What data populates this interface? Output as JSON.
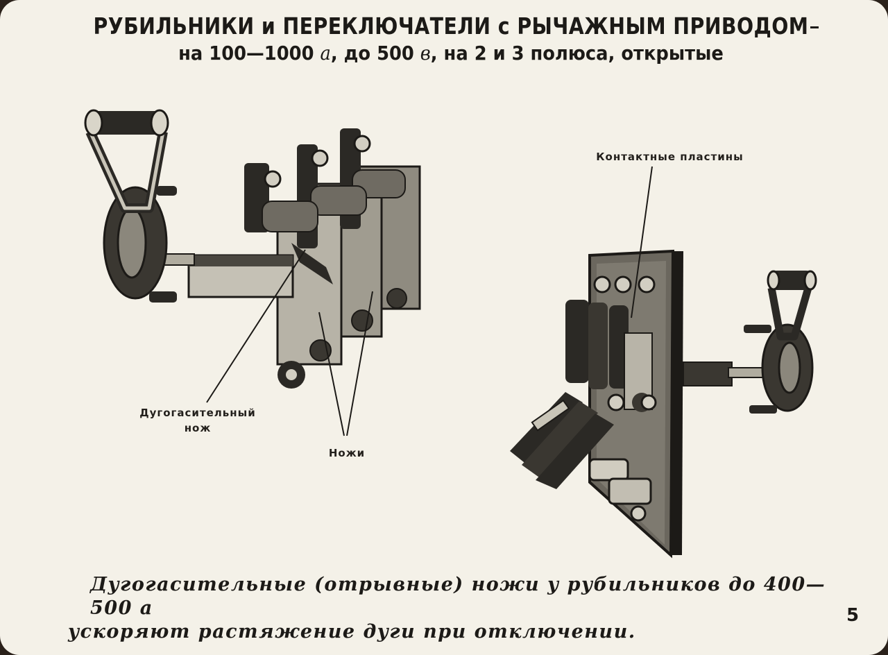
{
  "slide": {
    "title": "РУБИЛЬНИКИ и ПЕРЕКЛЮЧАТЕЛИ с РЫЧАЖНЫМ ПРИВОДОМ",
    "subtitle_parts": [
      "на 100—1000 ",
      "а",
      ", до 500 ",
      "в",
      ", на 2 и 3 полюса, открытые"
    ],
    "labels": {
      "contact_plates": "Контактные пластины",
      "arc_knife_line1": "Дугогасительный",
      "arc_knife_line2": "нож",
      "knives": "Ножи"
    },
    "caption_line1": "Дугогасительные (отрывные) ножи у рубильников до 400—500 а",
    "caption_line2": "ускоряют растяжение дуги при отключении.",
    "page_number": "5"
  },
  "colors": {
    "paper": "#f4f1e8",
    "ink": "#1c1a17",
    "metal_dark": "#2b2925",
    "metal_mid": "#5d5a52",
    "metal_light": "#a9a599"
  }
}
